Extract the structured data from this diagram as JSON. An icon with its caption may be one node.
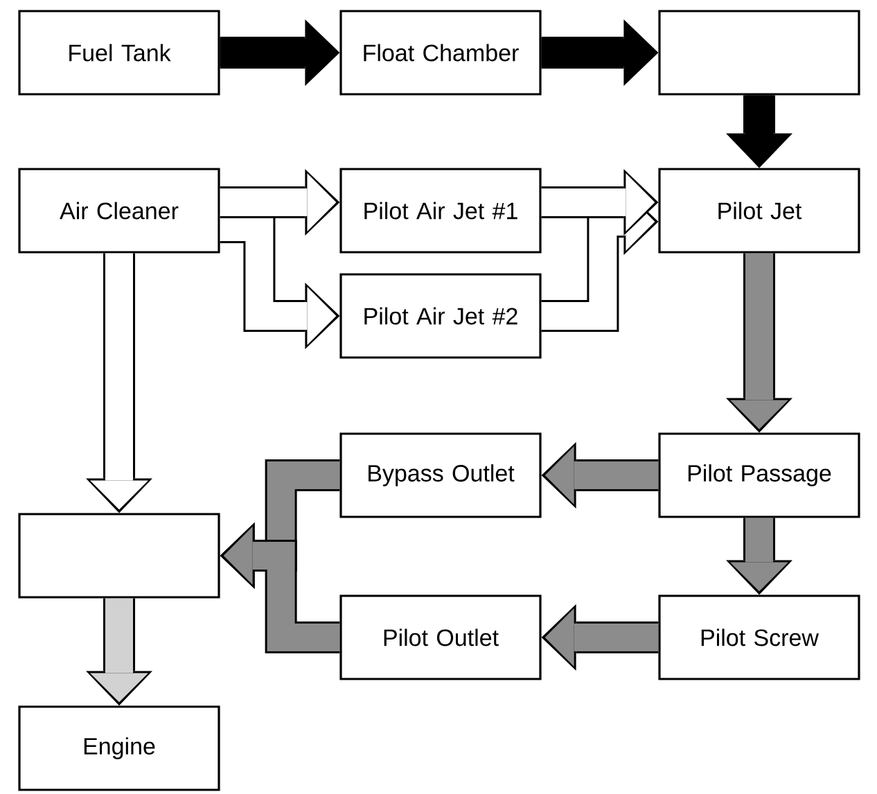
{
  "diagram": {
    "nodes": [
      {
        "text": [
          "Fuel Tank"
        ]
      },
      {
        "text": [
          "Float Chamber"
        ]
      },
      {
        "text": [],
        "shape": "box"
      },
      {
        "text": [
          "Air Cleaner"
        ]
      },
      {
        "text": [
          "Pilot Air Jet #1"
        ]
      },
      {
        "text": [
          "Pilot Air Jet #2"
        ]
      },
      {
        "text": [
          "Pilot Jet"
        ]
      },
      {
        "text": [
          "Pilot Passage"
        ]
      },
      {
        "text": [
          "Bypass Outlet"
        ]
      },
      {
        "text": [],
        "shape": "box"
      },
      {
        "text": [
          "Pilot Outlet"
        ]
      },
      {
        "text": [
          "Pilot Screw"
        ]
      },
      {
        "text": [
          "Engine"
        ]
      }
    ],
    "edges": [
      {
        "from": 0,
        "to": 1,
        "arrow": "to",
        "color": "#000000"
      },
      {
        "from": 1,
        "to": 2,
        "arrow": "to",
        "color": "#000000"
      },
      {
        "from": 2,
        "to": 6,
        "arrow": "to",
        "color": "#000000"
      },
      {
        "from": 3,
        "to": 5,
        "arrow": "to",
        "color": "#ffffff"
      },
      {
        "from": 3,
        "to": 4,
        "arrow": "to",
        "color": "#ffffff"
      },
      {
        "from": 5,
        "to": 6,
        "arrow": "to",
        "color": "#ffffff"
      },
      {
        "from": 4,
        "to": 6,
        "arrow": "to",
        "color": "#ffffff"
      },
      {
        "from": 3,
        "to": 9,
        "arrow": "to",
        "color": "#ffffff"
      },
      {
        "from": 6,
        "to": 7,
        "arrow": "to",
        "color": "#8c8c8c"
      },
      {
        "from": 7,
        "to": 8,
        "arrow": "to",
        "color": "#8c8c8c"
      },
      {
        "from": 7,
        "to": 11,
        "arrow": "to",
        "color": "#8c8c8c"
      },
      {
        "from": 8,
        "to": 9,
        "arrow": "to",
        "color": "#8c8c8c"
      },
      {
        "from": 11,
        "to": 10,
        "arrow": "to",
        "color": "#8c8c8c"
      },
      {
        "from": 10,
        "to": 9,
        "arrow": "to",
        "color": "#8c8c8c"
      },
      {
        "from": 9,
        "to": 12,
        "arrow": "to",
        "color": "#d2d2d2"
      }
    ]
  }
}
